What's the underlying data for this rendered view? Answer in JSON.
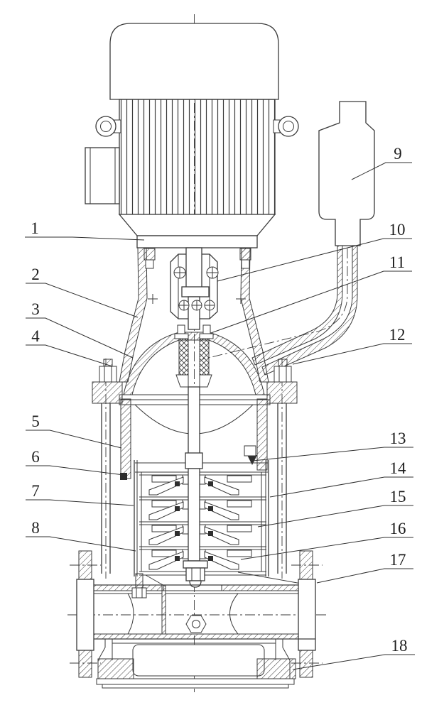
{
  "drawing": {
    "background": "#ffffff",
    "line_color": "#3a3a3a",
    "label_color": "#1c1c1c",
    "description_present_text": "",
    "callouts": [
      {
        "label": "1"
      },
      {
        "label": "2"
      },
      {
        "label": "3"
      },
      {
        "label": "4"
      },
      {
        "label": "5"
      },
      {
        "label": "6"
      },
      {
        "label": "7"
      },
      {
        "label": "8"
      },
      {
        "label": "9"
      },
      {
        "label": "10"
      },
      {
        "label": "11"
      },
      {
        "label": "12"
      },
      {
        "label": "13"
      },
      {
        "label": "14"
      },
      {
        "label": "15"
      },
      {
        "label": "16"
      },
      {
        "label": "17"
      },
      {
        "label": "18"
      }
    ]
  }
}
